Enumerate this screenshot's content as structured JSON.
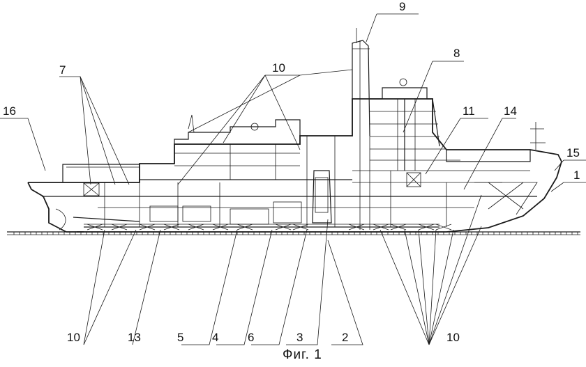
{
  "caption": "Фиг. 1",
  "labels": {
    "n1": "1",
    "n2": "2",
    "n3": "3",
    "n4": "4",
    "n5": "5",
    "n6": "6",
    "n7": "7",
    "n8": "8",
    "n9": "9",
    "n10_top": "10",
    "n10_left": "10",
    "n10_right": "10",
    "n11": "11",
    "n13": "13",
    "n14": "14",
    "n15": "15",
    "n16": "16"
  },
  "colors": {
    "ink": "#1a1a1a",
    "paper": "#ffffff"
  }
}
